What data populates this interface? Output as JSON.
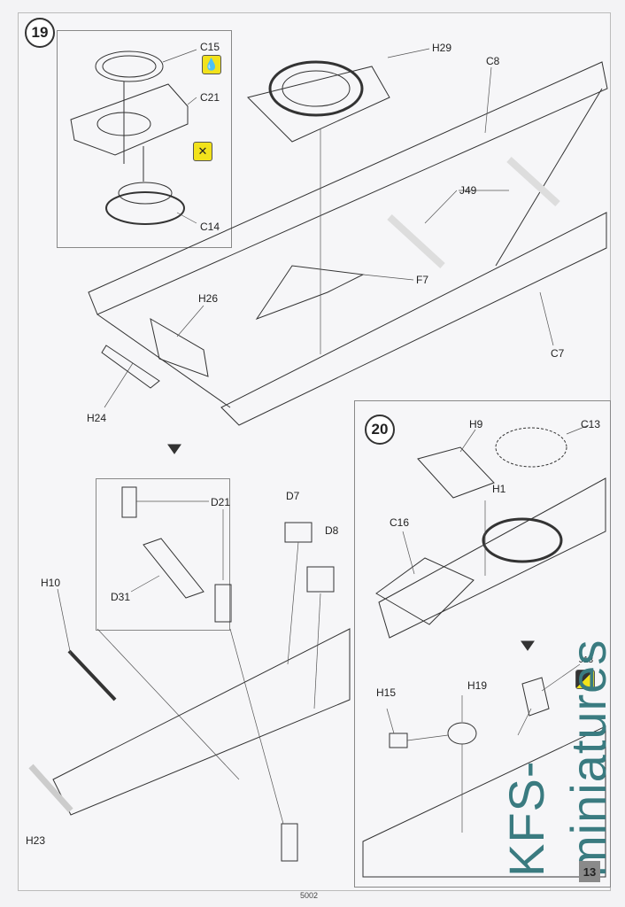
{
  "steps": {
    "s19": {
      "number": "19",
      "labels": [
        "C15",
        "C21",
        "C14",
        "H29",
        "C8",
        "J49",
        "F7",
        "C7",
        "H26",
        "H24",
        "D7",
        "D8",
        "D21",
        "D31",
        "H10",
        "H23"
      ]
    },
    "s20": {
      "number": "20",
      "labels": [
        "H9",
        "C13",
        "H1",
        "C16",
        "H15",
        "H19",
        "J13"
      ]
    }
  },
  "icons": {
    "glue": "glue-drop-icon",
    "remove": "remove-part-icon",
    "arrow": "down-arrow-icon"
  },
  "footer": {
    "page_number": "13",
    "code": "5002"
  },
  "watermark": "KFS-miniatures",
  "colors": {
    "badge": "#f2e21c",
    "watermark": "#3a7b80"
  }
}
